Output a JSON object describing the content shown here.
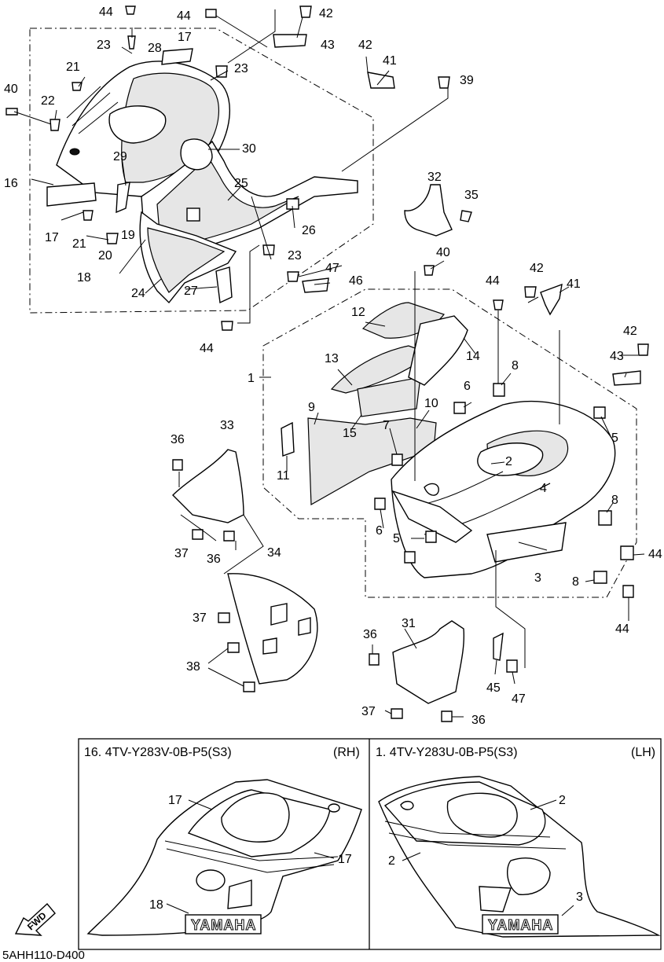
{
  "labels": {
    "p1": "1",
    "p2": "2",
    "p3": "3",
    "p4": "4",
    "p5": "5",
    "p6": "6",
    "p7": "7",
    "p8": "8",
    "p9": "9",
    "p10": "10",
    "p11": "11",
    "p12": "12",
    "p13": "13",
    "p14": "14",
    "p15": "15",
    "p16": "16",
    "p17": "17",
    "p18": "18",
    "p19": "19",
    "p20": "20",
    "p21": "21",
    "p22": "22",
    "p23": "23",
    "p24": "24",
    "p25": "25",
    "p26": "26",
    "p27": "27",
    "p28": "28",
    "p29": "29",
    "p30": "30",
    "p31": "31",
    "p32": "32",
    "p33": "33",
    "p34": "34",
    "p35": "35",
    "p36": "36",
    "p37": "37",
    "p38": "38",
    "p39": "39",
    "p40": "40",
    "p41": "41",
    "p42": "42",
    "p43": "43",
    "p44": "44",
    "p45": "45",
    "p46": "46",
    "p47": "47"
  },
  "rh_panel": {
    "header_part": "16. 4TV-Y283V-0B-P5(S3)",
    "header_side": "(RH)",
    "label_17": "17",
    "label_18": "18"
  },
  "lh_panel": {
    "header_part": "1. 4TV-Y283U-0B-P5(S3)",
    "header_side": "(LH)",
    "label_2": "2",
    "label_3": "3"
  },
  "logo_text": "YAMAHA",
  "fwd_text": "FWD",
  "diagram_code": "5AHH110-D400"
}
